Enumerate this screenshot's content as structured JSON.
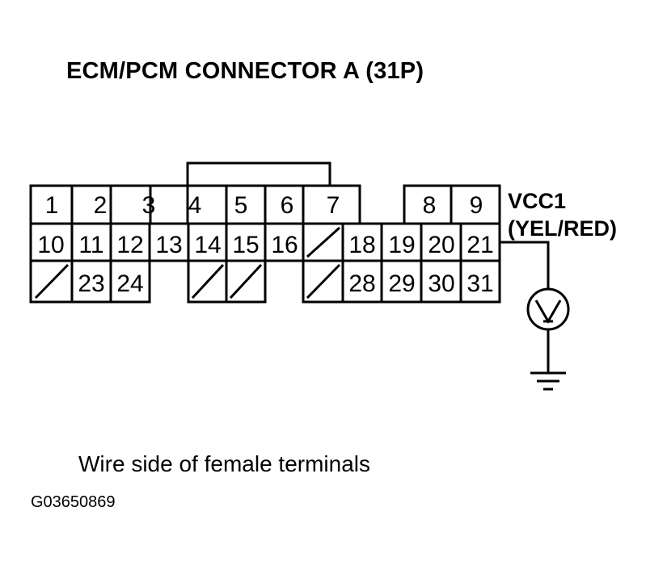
{
  "title": "ECM/PCM CONNECTOR A (31P)",
  "pin_label": {
    "line1": "VCC1",
    "line2": "(YEL/RED)"
  },
  "caption": "Wire side of female terminals",
  "figure_id": "G03650869",
  "connector": {
    "row1": [
      "1",
      "2",
      "3",
      "4",
      "5",
      "6",
      "7",
      "",
      "8",
      "9"
    ],
    "row2": [
      "10",
      "11",
      "12",
      "13",
      "14",
      "15",
      "16",
      "",
      "18",
      "19",
      "20",
      "21"
    ],
    "row3": [
      "",
      "23",
      "24",
      "",
      "",
      "",
      "",
      "28",
      "29",
      "30",
      "31"
    ]
  },
  "symbols": [
    "voltmeter-icon",
    "ground-icon"
  ]
}
